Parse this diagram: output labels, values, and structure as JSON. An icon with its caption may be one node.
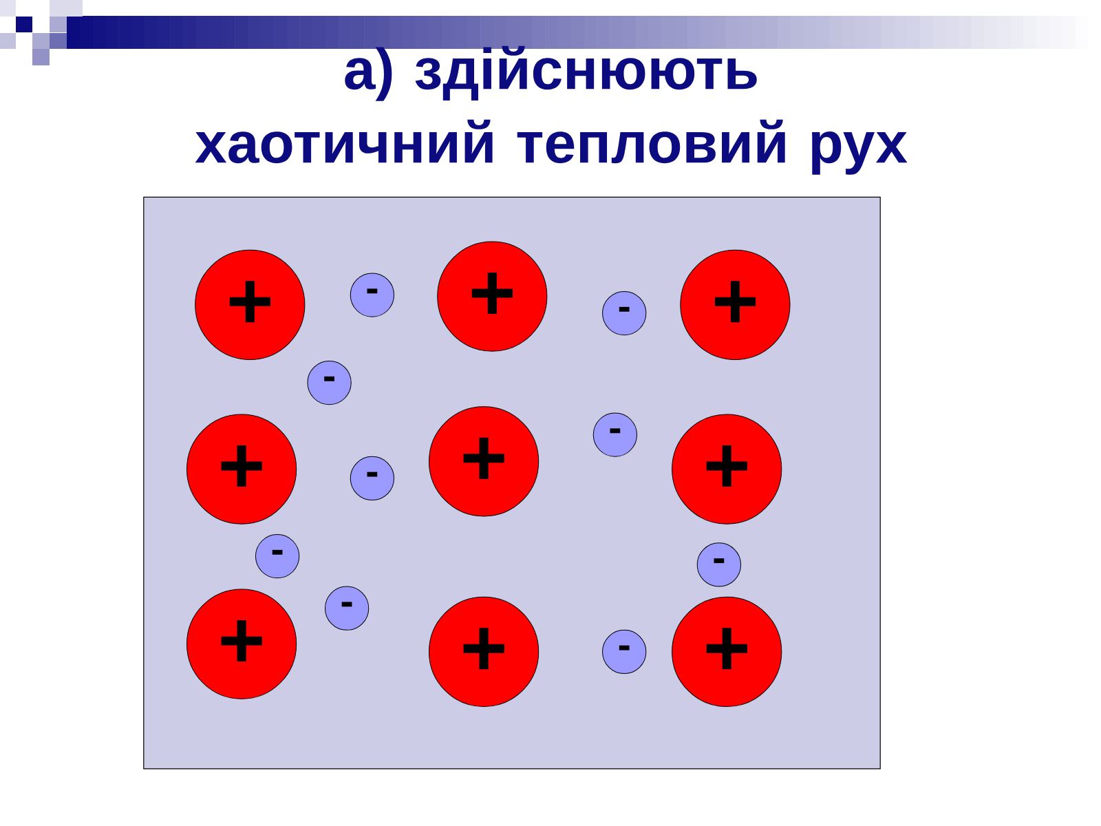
{
  "diagram": {
    "title": "а) здійснюють хаотичний тепловий рух",
    "nodes": [
      {
        "text": [],
        "shape": "box"
      },
      {
        "text": [
          "+"
        ],
        "in": 0
      },
      {
        "text": [
          "+"
        ],
        "in": 0
      },
      {
        "text": [
          "+"
        ],
        "in": 0
      },
      {
        "text": [
          "-"
        ],
        "in": 0
      },
      {
        "text": [
          "-"
        ],
        "in": 0
      },
      {
        "text": [
          "-"
        ],
        "in": 0
      },
      {
        "text": [
          "-"
        ],
        "in": 0
      },
      {
        "text": [
          "+"
        ],
        "in": 0
      },
      {
        "text": [
          "+"
        ],
        "in": 0
      },
      {
        "text": [
          "+"
        ],
        "in": 0
      },
      {
        "text": [
          "-"
        ],
        "in": 0
      },
      {
        "text": [
          "-"
        ],
        "in": 0
      },
      {
        "text": [
          "-"
        ],
        "in": 0
      },
      {
        "text": [
          "+"
        ],
        "in": 0
      },
      {
        "text": [
          "+"
        ],
        "in": 0
      },
      {
        "text": [
          "+"
        ],
        "in": 0
      },
      {
        "text": [
          "-"
        ],
        "in": 0
      },
      {
        "text": [
          "-"
        ],
        "in": 0
      }
    ]
  }
}
